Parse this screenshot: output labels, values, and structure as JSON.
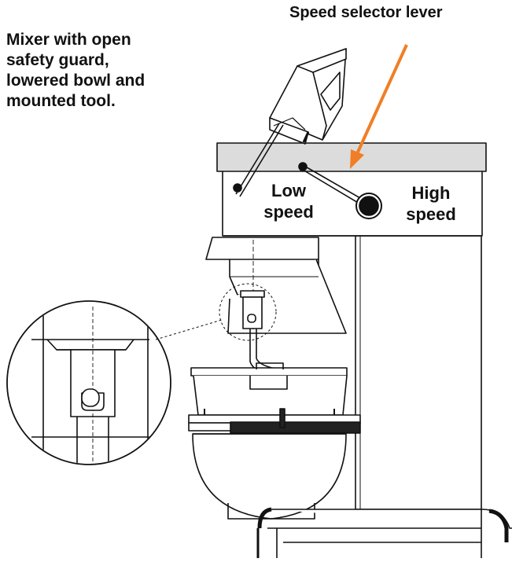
{
  "caption": {
    "line1": "Mixer with open",
    "line2": "safety guard,",
    "line3": "lowered bowl and",
    "line4": "mounted tool."
  },
  "callouts": {
    "speed_selector_lever": "Speed selector lever",
    "low_speed_line1": "Low",
    "low_speed_line2": "speed",
    "high_speed_line1": "High",
    "high_speed_line2": "speed"
  },
  "colors": {
    "line": "#111111",
    "arrow": "#f07e26",
    "head_top": "#dcdcdc",
    "band": "#222222",
    "background": "#ffffff"
  },
  "icons": {
    "arrow": "arrow-down-left-icon",
    "lever_knob": "knob-icon"
  }
}
